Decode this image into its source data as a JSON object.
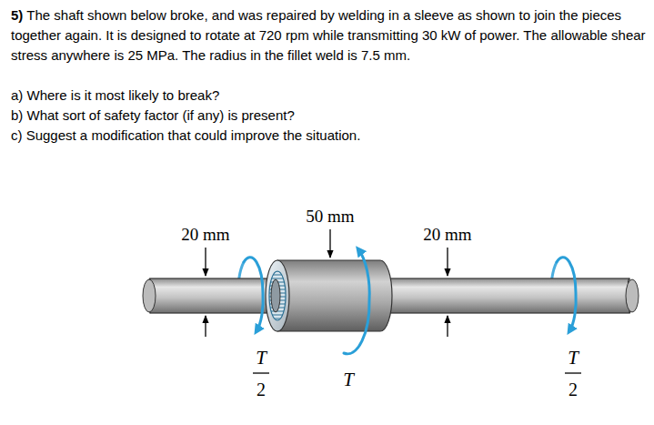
{
  "diagram": {
    "labels": [
      "5)",
      "The shaft shown below broke, and was repaired by welding in a sleeve as shown to join the pieces together again. It is designed to rotate at 720 rpm while transmitting 30 kW of power. The allowable shear stress anywhere is 25 MPa. The radius in the fillet weld is 7.5 mm.",
      "a) Where is it most likely to break?",
      "b) What sort of safety factor (if any) is present?",
      "c) Suggest a modification that could improve the situation.",
      "20 mm",
      "50 mm",
      "20 mm",
      "T",
      "2",
      "T",
      "T",
      "2"
    ]
  }
}
